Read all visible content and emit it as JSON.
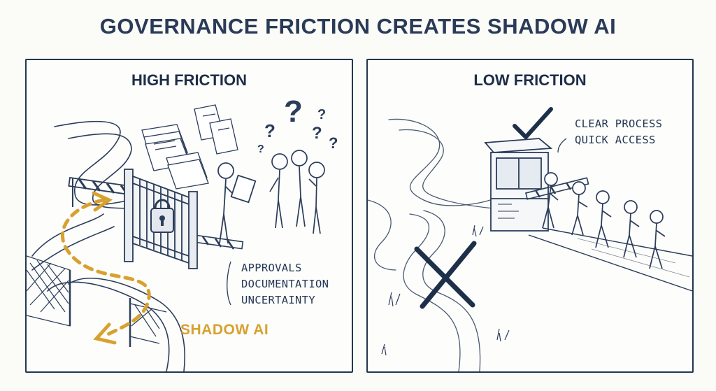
{
  "title": "GOVERNANCE FRICTION CREATES SHADOW AI",
  "left_panel": {
    "title": "HIGH FRICTION",
    "notes": [
      "APPROVALS",
      "DOCUMENTATION",
      "UNCERTAINTY"
    ],
    "shadow_label": "SHADOW AI"
  },
  "right_panel": {
    "title": "LOW FRICTION",
    "notes": [
      "CLEAR PROCESS",
      "QUICK ACCESS"
    ]
  },
  "colors": {
    "ink": "#233650",
    "accent_yellow": "#d8a12f"
  }
}
